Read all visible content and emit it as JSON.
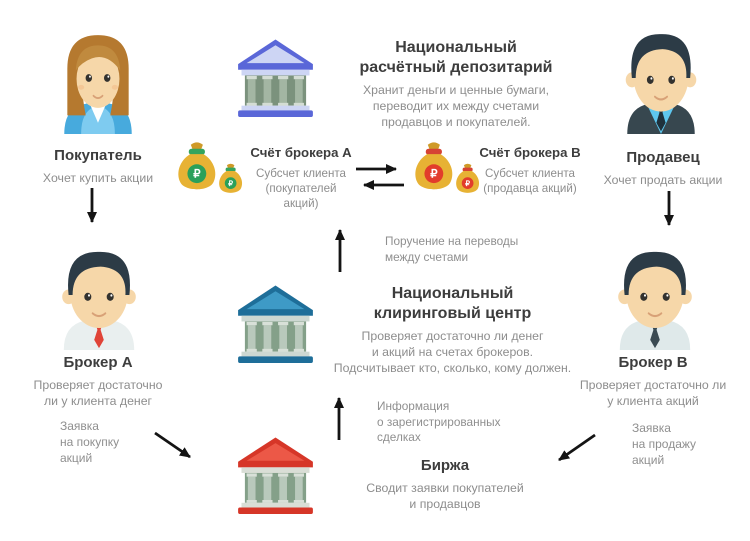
{
  "diagram": {
    "buyer": {
      "title": "Покупатель",
      "subtitle": "Хочет купить акции"
    },
    "seller": {
      "title": "Продавец",
      "subtitle": "Хочет продать акции"
    },
    "broker_a": {
      "title": "Брокер A",
      "subtitle": "Проверяет достаточно\nли у клиента денег",
      "order_note": "Заявка\nна покупку\nакций"
    },
    "broker_b": {
      "title": "Брокер B",
      "subtitle": "Проверяет достаточно ли\nу клиента акций",
      "order_note": "Заявка\nна продажу\nакций"
    },
    "depository": {
      "title": "Национальный\nрасчётный депозитарий",
      "subtitle": "Хранит деньги и ценные бумаги,\nпереводит их между счетами\nпродавцов и покупателей."
    },
    "account_a": {
      "title": "Счёт брокера A",
      "subtitle": "Субсчет клиента\n(покупателей акций)"
    },
    "account_b": {
      "title": "Счёт брокера B",
      "subtitle": "Субсчет клиента\n(продавца акций)"
    },
    "clearing_center": {
      "title": "Национальный\nклиринговый центр",
      "subtitle": "Проверяет достаточно ли денег\nи акций на счетах брокеров.\nПодсчитывает кто, сколько, кому должен."
    },
    "exchange": {
      "title": "Биржа",
      "subtitle": "Сводит заявки покупателей\nи продавцов"
    },
    "transfer_note": "Поручение на переводы\nмежду счетами",
    "deals_note": "Информация\nо зарегистрированных\nсделках"
  },
  "symbols": {
    "ruble": "₽"
  },
  "colors": {
    "background": "#ffffff",
    "title_text": "#3d3d3d",
    "body_text": "#8d8d8d",
    "arrow": "#141414",
    "depository_building": "#5a67d8",
    "clearing_building": "#1e6e99",
    "exchange_building": "#d63628",
    "money_bag": "#e7b234",
    "account_a_badge": "#2aa05a",
    "account_b_badge": "#e23c2b",
    "skin": "#f6d7a9",
    "buyer_jacket": "#47aadd",
    "seller_suit": "#37474f",
    "broker_a_tie": "#e04438"
  }
}
